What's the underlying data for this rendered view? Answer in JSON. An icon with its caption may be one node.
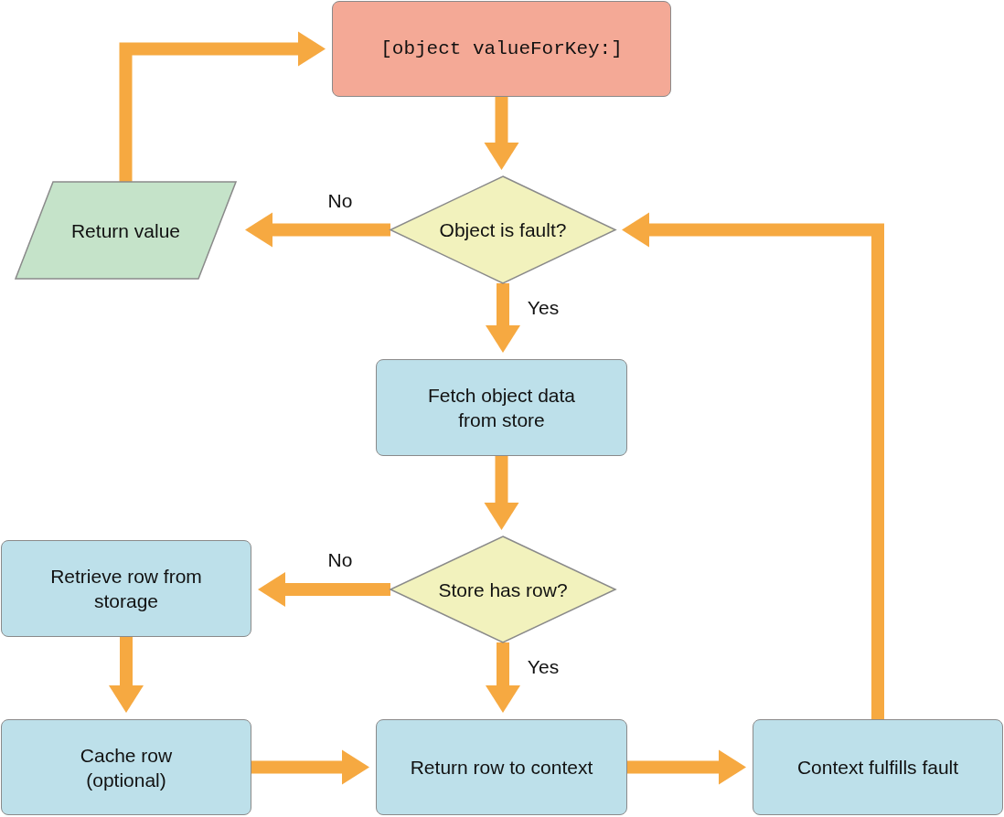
{
  "diagram": {
    "nodes": [
      {
        "text": [
          "[object valueForKey:]"
        ]
      },
      {
        "text": [
          "Return value"
        ]
      },
      {
        "text": [
          "Object is fault?"
        ]
      },
      {
        "text": [
          "Fetch object data from store"
        ]
      },
      {
        "text": [
          "Store has row?"
        ]
      },
      {
        "text": [
          "Retrieve row from storage"
        ]
      },
      {
        "text": [
          "Cache row (optional)"
        ]
      },
      {
        "text": [
          "Return row to context"
        ]
      },
      {
        "text": [
          "Context fulfills fault"
        ]
      }
    ],
    "edges": [
      {
        "from": 0,
        "to": 2,
        "arrow": "to"
      },
      {
        "from": 2,
        "to": 1,
        "arrow": "to",
        "label": "No"
      },
      {
        "from": 1,
        "to": 0,
        "arrow": "to"
      },
      {
        "from": 2,
        "to": 3,
        "arrow": "to",
        "label": "Yes"
      },
      {
        "from": 3,
        "to": 4,
        "arrow": "to"
      },
      {
        "from": 4,
        "to": 5,
        "arrow": "to",
        "label": "No"
      },
      {
        "from": 4,
        "to": 7,
        "arrow": "to",
        "label": "Yes"
      },
      {
        "from": 5,
        "to": 6,
        "arrow": "to"
      },
      {
        "from": 6,
        "to": 7,
        "arrow": "to"
      },
      {
        "from": 7,
        "to": 8,
        "arrow": "to"
      },
      {
        "from": 8,
        "to": 2,
        "arrow": "to"
      }
    ]
  }
}
